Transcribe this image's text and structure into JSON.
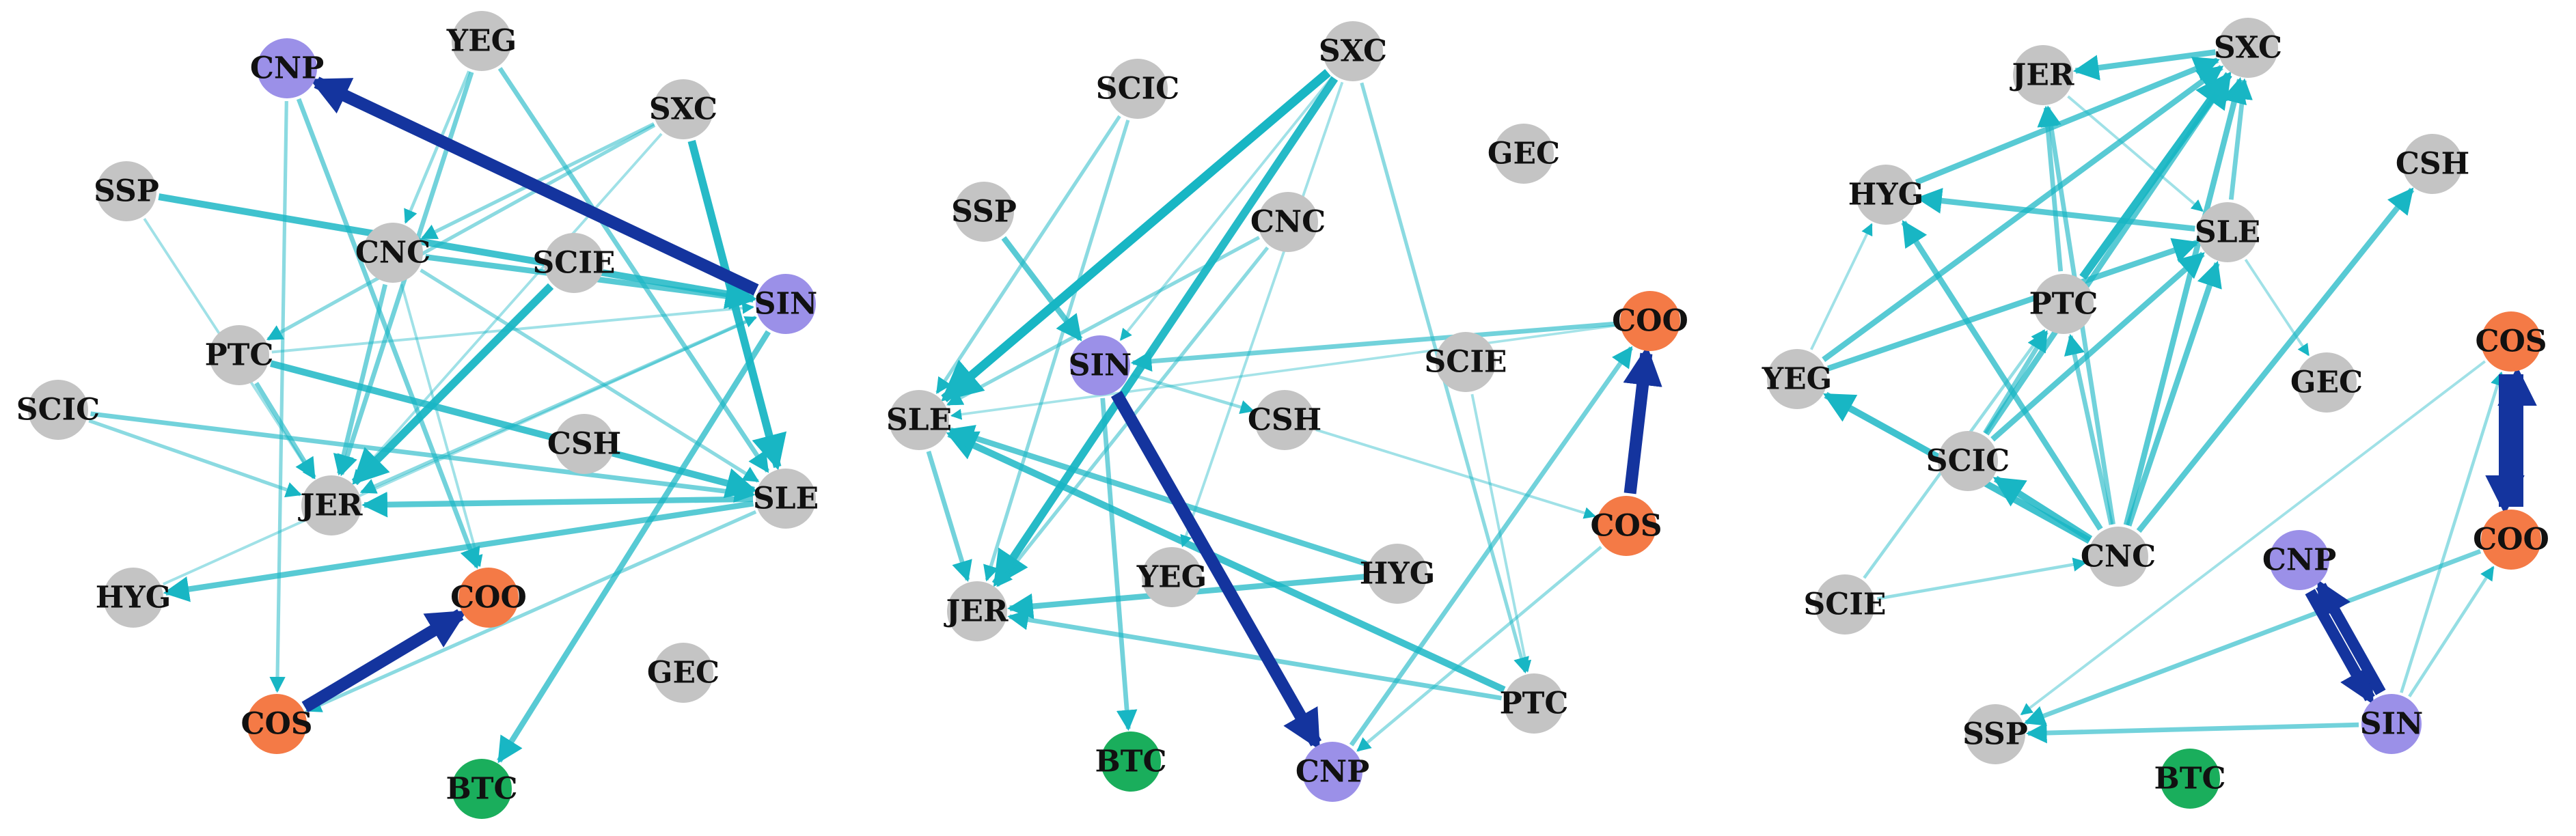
{
  "colors": {
    "gray": "#c4c4c4",
    "purple": "#9b90e8",
    "orange": "#f47a46",
    "green": "#1aae5c",
    "teal": "#18b6c4",
    "navy": "#14349e"
  },
  "networks": [
    {
      "nodes": [
        {
          "id": "CNP",
          "label": "CNP",
          "group": "purple"
        },
        {
          "id": "YEG",
          "label": "YEG",
          "group": "gray"
        },
        {
          "id": "SXC",
          "label": "SXC",
          "group": "gray"
        },
        {
          "id": "SSP",
          "label": "SSP",
          "group": "gray"
        },
        {
          "id": "CNC",
          "label": "CNC",
          "group": "gray"
        },
        {
          "id": "SCIE",
          "label": "SCIE",
          "group": "gray"
        },
        {
          "id": "SIN",
          "label": "SIN",
          "group": "purple"
        },
        {
          "id": "PTC",
          "label": "PTC",
          "group": "gray"
        },
        {
          "id": "SCIC",
          "label": "SCIC",
          "group": "gray"
        },
        {
          "id": "CSH",
          "label": "CSH",
          "group": "gray"
        },
        {
          "id": "SLE",
          "label": "SLE",
          "group": "gray"
        },
        {
          "id": "JER",
          "label": "JER",
          "group": "gray"
        },
        {
          "id": "HYG",
          "label": "HYG",
          "group": "gray"
        },
        {
          "id": "COO",
          "label": "COO",
          "group": "orange"
        },
        {
          "id": "GEC",
          "label": "GEC",
          "group": "gray"
        },
        {
          "id": "COS",
          "label": "COS",
          "group": "orange"
        },
        {
          "id": "BTC",
          "label": "BTC",
          "group": "green"
        }
      ],
      "edges": [
        {
          "from": "SIN",
          "to": "CNP",
          "weight": 5,
          "color": "navy"
        },
        {
          "from": "COS",
          "to": "COO",
          "weight": 5,
          "color": "navy"
        },
        {
          "from": "SXC",
          "to": "SLE",
          "weight": 3,
          "color": "teal"
        },
        {
          "from": "SCIE",
          "to": "JER",
          "weight": 3,
          "color": "teal"
        },
        {
          "from": "PTC",
          "to": "SLE",
          "weight": 2.5,
          "color": "teal"
        },
        {
          "from": "SSP",
          "to": "SIN",
          "weight": 2.5,
          "color": "teal"
        },
        {
          "from": "CNC",
          "to": "SIN",
          "weight": 2,
          "color": "teal"
        },
        {
          "from": "SIN",
          "to": "BTC",
          "weight": 2,
          "color": "teal"
        },
        {
          "from": "SLE",
          "to": "JER",
          "weight": 2,
          "color": "teal"
        },
        {
          "from": "SLE",
          "to": "HYG",
          "weight": 2,
          "color": "teal"
        },
        {
          "from": "SCIC",
          "to": "SLE",
          "weight": 1.5,
          "color": "teal"
        },
        {
          "from": "YEG",
          "to": "JER",
          "weight": 1.5,
          "color": "teal"
        },
        {
          "from": "YEG",
          "to": "SLE",
          "weight": 1.5,
          "color": "teal"
        },
        {
          "from": "CNP",
          "to": "COO",
          "weight": 1.5,
          "color": "teal"
        },
        {
          "from": "CNC",
          "to": "JER",
          "weight": 1.5,
          "color": "teal"
        },
        {
          "from": "PTC",
          "to": "JER",
          "weight": 1.5,
          "color": "teal"
        },
        {
          "from": "SXC",
          "to": "CNC",
          "weight": 1,
          "color": "teal"
        },
        {
          "from": "SXC",
          "to": "PTC",
          "weight": 1,
          "color": "teal"
        },
        {
          "from": "CNC",
          "to": "SLE",
          "weight": 1,
          "color": "teal"
        },
        {
          "from": "SIN",
          "to": "JER",
          "weight": 1,
          "color": "teal"
        },
        {
          "from": "SCIC",
          "to": "JER",
          "weight": 1,
          "color": "teal"
        },
        {
          "from": "CNP",
          "to": "COS",
          "weight": 1,
          "color": "teal"
        },
        {
          "from": "SLE",
          "to": "COS",
          "weight": 1,
          "color": "teal"
        },
        {
          "from": "YEG",
          "to": "CNC",
          "weight": 0.8,
          "color": "teal"
        },
        {
          "from": "SSP",
          "to": "JER",
          "weight": 0.6,
          "color": "teal"
        },
        {
          "from": "PTC",
          "to": "SIN",
          "weight": 0.6,
          "color": "teal"
        },
        {
          "from": "CNC",
          "to": "COO",
          "weight": 0.6,
          "color": "teal"
        },
        {
          "from": "HYG",
          "to": "SIN",
          "weight": 0.6,
          "color": "teal"
        },
        {
          "from": "SXC",
          "to": "JER",
          "weight": 0.6,
          "color": "teal"
        }
      ]
    },
    {
      "nodes": [
        {
          "id": "SXC",
          "label": "SXC",
          "group": "gray"
        },
        {
          "id": "SCIC",
          "label": "SCIC",
          "group": "gray"
        },
        {
          "id": "GEC",
          "label": "GEC",
          "group": "gray"
        },
        {
          "id": "SSP",
          "label": "SSP",
          "group": "gray"
        },
        {
          "id": "CNC",
          "label": "CNC",
          "group": "gray"
        },
        {
          "id": "COO",
          "label": "COO",
          "group": "orange"
        },
        {
          "id": "SIN",
          "label": "SIN",
          "group": "purple"
        },
        {
          "id": "SCIE",
          "label": "SCIE",
          "group": "gray"
        },
        {
          "id": "SLE",
          "label": "SLE",
          "group": "gray"
        },
        {
          "id": "CSH",
          "label": "CSH",
          "group": "gray"
        },
        {
          "id": "COS",
          "label": "COS",
          "group": "orange"
        },
        {
          "id": "HYG",
          "label": "HYG",
          "group": "gray"
        },
        {
          "id": "YEG",
          "label": "YEG",
          "group": "gray"
        },
        {
          "id": "JER",
          "label": "JER",
          "group": "gray"
        },
        {
          "id": "PTC",
          "label": "PTC",
          "group": "gray"
        },
        {
          "id": "BTC",
          "label": "BTC",
          "group": "green"
        },
        {
          "id": "CNP",
          "label": "CNP",
          "group": "purple"
        }
      ],
      "edges": [
        {
          "from": "SIN",
          "to": "CNP",
          "weight": 5,
          "color": "navy"
        },
        {
          "from": "COS",
          "to": "COO",
          "weight": 5,
          "color": "navy"
        },
        {
          "from": "SXC",
          "to": "SLE",
          "weight": 3.5,
          "color": "teal"
        },
        {
          "from": "SXC",
          "to": "JER",
          "weight": 3,
          "color": "teal"
        },
        {
          "from": "PTC",
          "to": "SLE",
          "weight": 2.5,
          "color": "teal"
        },
        {
          "from": "HYG",
          "to": "SLE",
          "weight": 2,
          "color": "teal"
        },
        {
          "from": "HYG",
          "to": "JER",
          "weight": 2,
          "color": "teal"
        },
        {
          "from": "SSP",
          "to": "SIN",
          "weight": 2,
          "color": "teal"
        },
        {
          "from": "SLE",
          "to": "JER",
          "weight": 1.5,
          "color": "teal"
        },
        {
          "from": "PTC",
          "to": "JER",
          "weight": 1.5,
          "color": "teal"
        },
        {
          "from": "SIN",
          "to": "BTC",
          "weight": 1.5,
          "color": "teal"
        },
        {
          "from": "COO",
          "to": "SIN",
          "weight": 1.5,
          "color": "teal"
        },
        {
          "from": "CNP",
          "to": "COO",
          "weight": 1.5,
          "color": "teal"
        },
        {
          "from": "CNC",
          "to": "SLE",
          "weight": 1,
          "color": "teal"
        },
        {
          "from": "SCIC",
          "to": "SLE",
          "weight": 1,
          "color": "teal"
        },
        {
          "from": "SXC",
          "to": "PTC",
          "weight": 1,
          "color": "teal"
        },
        {
          "from": "SCIC",
          "to": "JER",
          "weight": 1,
          "color": "teal"
        },
        {
          "from": "CNC",
          "to": "JER",
          "weight": 1,
          "color": "teal"
        },
        {
          "from": "SIN",
          "to": "CSH",
          "weight": 0.8,
          "color": "teal"
        },
        {
          "from": "COS",
          "to": "CNP",
          "weight": 0.8,
          "color": "teal"
        },
        {
          "from": "SXC",
          "to": "SIN",
          "weight": 0.6,
          "color": "teal"
        },
        {
          "from": "SXC",
          "to": "YEG",
          "weight": 0.6,
          "color": "teal"
        },
        {
          "from": "CSH",
          "to": "COS",
          "weight": 0.6,
          "color": "teal"
        },
        {
          "from": "SCIE",
          "to": "PTC",
          "weight": 0.6,
          "color": "teal"
        },
        {
          "from": "COO",
          "to": "SLE",
          "weight": 0.5,
          "color": "teal"
        }
      ]
    },
    {
      "nodes": [
        {
          "id": "JER",
          "label": "JER",
          "group": "gray"
        },
        {
          "id": "SXC",
          "label": "SXC",
          "group": "gray"
        },
        {
          "id": "CSH",
          "label": "CSH",
          "group": "gray"
        },
        {
          "id": "HYG",
          "label": "HYG",
          "group": "gray"
        },
        {
          "id": "SLE",
          "label": "SLE",
          "group": "gray"
        },
        {
          "id": "PTC",
          "label": "PTC",
          "group": "gray"
        },
        {
          "id": "COS",
          "label": "COS",
          "group": "orange"
        },
        {
          "id": "YEG",
          "label": "YEG",
          "group": "gray"
        },
        {
          "id": "GEC",
          "label": "GEC",
          "group": "gray"
        },
        {
          "id": "SCIC",
          "label": "SCIC",
          "group": "gray"
        },
        {
          "id": "COO",
          "label": "COO",
          "group": "orange"
        },
        {
          "id": "CNP",
          "label": "CNP",
          "group": "purple"
        },
        {
          "id": "CNC",
          "label": "CNC",
          "group": "gray"
        },
        {
          "id": "SCIE",
          "label": "SCIE",
          "group": "gray"
        },
        {
          "id": "SIN",
          "label": "SIN",
          "group": "purple"
        },
        {
          "id": "SSP",
          "label": "SSP",
          "group": "gray"
        },
        {
          "id": "BTC",
          "label": "BTC",
          "group": "green"
        }
      ],
      "edges": [
        {
          "from": "COO",
          "to": "COS",
          "weight": 5,
          "color": "navy"
        },
        {
          "from": "COS",
          "to": "COO",
          "weight": 5,
          "color": "navy"
        },
        {
          "from": "CNP",
          "to": "SIN",
          "weight": 4.5,
          "color": "navy"
        },
        {
          "from": "SIN",
          "to": "CNP",
          "weight": 4.5,
          "color": "navy"
        },
        {
          "from": "PTC",
          "to": "SXC",
          "weight": 3,
          "color": "teal"
        },
        {
          "from": "CNC",
          "to": "SCIC",
          "weight": 2.5,
          "color": "teal"
        },
        {
          "from": "CNC",
          "to": "YEG",
          "weight": 2.5,
          "color": "teal"
        },
        {
          "from": "SLE",
          "to": "HYG",
          "weight": 2,
          "color": "teal"
        },
        {
          "from": "CNC",
          "to": "SXC",
          "weight": 2,
          "color": "teal"
        },
        {
          "from": "CNC",
          "to": "SLE",
          "weight": 2,
          "color": "teal"
        },
        {
          "from": "CNC",
          "to": "CSH",
          "weight": 2,
          "color": "teal"
        },
        {
          "from": "CNC",
          "to": "HYG",
          "weight": 2,
          "color": "teal"
        },
        {
          "from": "SXC",
          "to": "JER",
          "weight": 2,
          "color": "teal"
        },
        {
          "from": "YEG",
          "to": "SXC",
          "weight": 2,
          "color": "teal"
        },
        {
          "from": "HYG",
          "to": "SXC",
          "weight": 2,
          "color": "teal"
        },
        {
          "from": "YEG",
          "to": "SLE",
          "weight": 2,
          "color": "teal"
        },
        {
          "from": "SCIC",
          "to": "SXC",
          "weight": 2,
          "color": "teal"
        },
        {
          "from": "SCIC",
          "to": "SLE",
          "weight": 2,
          "color": "teal"
        },
        {
          "from": "SCIC",
          "to": "PTC",
          "weight": 1.5,
          "color": "teal"
        },
        {
          "from": "CNC",
          "to": "PTC",
          "weight": 1.5,
          "color": "teal"
        },
        {
          "from": "PTC",
          "to": "JER",
          "weight": 1.5,
          "color": "teal"
        },
        {
          "from": "SLE",
          "to": "SXC",
          "weight": 1.5,
          "color": "teal"
        },
        {
          "from": "CNC",
          "to": "JER",
          "weight": 1.5,
          "color": "teal"
        },
        {
          "from": "SIN",
          "to": "SSP",
          "weight": 1.5,
          "color": "teal"
        },
        {
          "from": "COO",
          "to": "SSP",
          "weight": 1.5,
          "color": "teal"
        },
        {
          "from": "SCIE",
          "to": "CNC",
          "weight": 0.8,
          "color": "teal"
        },
        {
          "from": "SCIE",
          "to": "PTC",
          "weight": 0.8,
          "color": "teal"
        },
        {
          "from": "SIN",
          "to": "COS",
          "weight": 0.8,
          "color": "teal"
        },
        {
          "from": "SIN",
          "to": "COO",
          "weight": 0.8,
          "color": "teal"
        },
        {
          "from": "COS",
          "to": "SSP",
          "weight": 0.6,
          "color": "teal"
        },
        {
          "from": "SLE",
          "to": "GEC",
          "weight": 0.6,
          "color": "teal"
        },
        {
          "from": "YEG",
          "to": "HYG",
          "weight": 0.6,
          "color": "teal"
        },
        {
          "from": "JER",
          "to": "SLE",
          "weight": 0.6,
          "color": "teal"
        }
      ]
    }
  ]
}
